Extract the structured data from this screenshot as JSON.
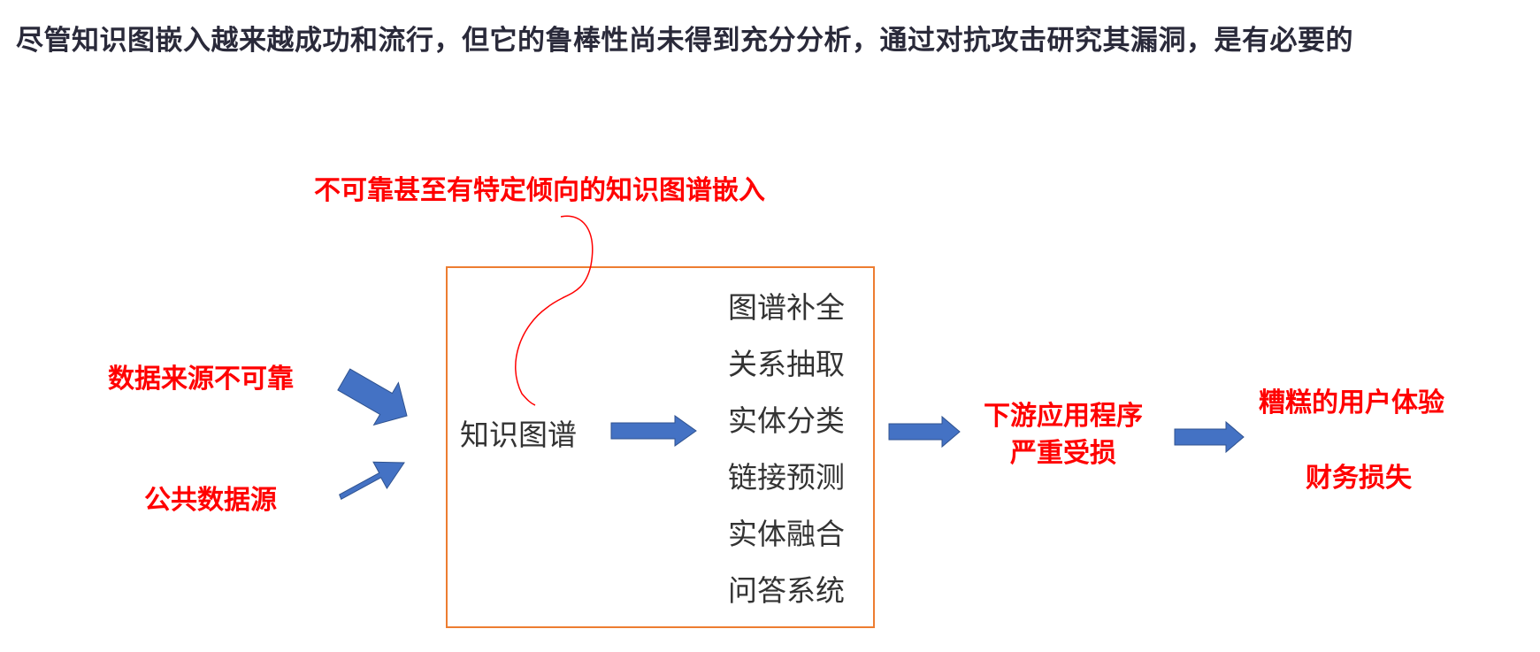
{
  "title": "尽管知识图嵌入越来越成功和流行，但它的鲁棒性尚未得到充分分析，通过对抗攻击研究其漏洞，是有必要的",
  "annotation": "不可靠甚至有特定倾向的知识图谱嵌入",
  "sources": {
    "unreliable": "数据来源不可靠",
    "public": "公共数据源"
  },
  "knowledge_graph": {
    "label": "知识图谱",
    "tasks": [
      "图谱补全",
      "关系抽取",
      "实体分类",
      "链接预测",
      "实体融合",
      "问答系统"
    ]
  },
  "downstream": {
    "line1": "下游应用程序",
    "line2": "严重受损"
  },
  "outcomes": {
    "bad_experience": "糟糕的用户体验",
    "financial_loss": "财务损失"
  },
  "colors": {
    "arrow": "#4472c4",
    "box_border": "#ed7d31",
    "highlight_text": "#ff0000",
    "curve": "#ff0000"
  }
}
